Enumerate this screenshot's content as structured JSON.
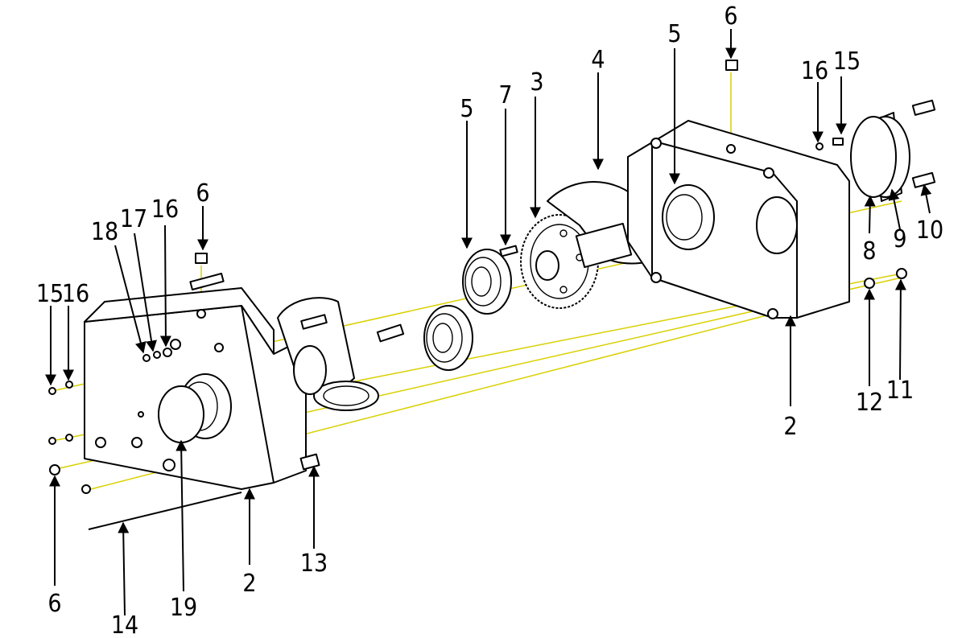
{
  "diagram": {
    "callouts": [
      "6",
      "5",
      "16",
      "15",
      "4",
      "3",
      "7",
      "5",
      "18",
      "17",
      "16",
      "6",
      "15",
      "16",
      "8",
      "9",
      "10",
      "12",
      "11",
      "2",
      "13",
      "2",
      "6",
      "14",
      "19"
    ]
  }
}
